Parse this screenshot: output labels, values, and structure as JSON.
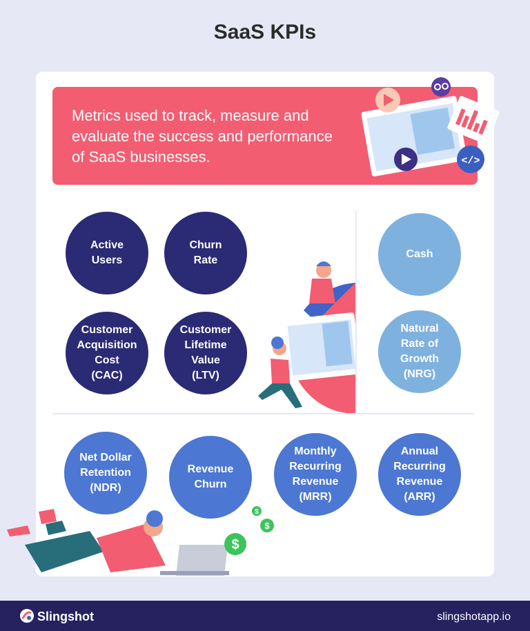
{
  "title": "SaaS KPIs",
  "banner": {
    "text": "Metrics used to track, measure and evaluate the success and performance of SaaS businesses."
  },
  "kpis": {
    "active_users": "Active\nUsers",
    "churn_rate": "Churn\nRate",
    "cac": "Customer\nAcquisition\nCost\n(CAC)",
    "ltv": "Customer\nLifetime\nValue\n(LTV)",
    "cash": "Cash",
    "nrg": "Natural\nRate of\nGrowth\n(NRG)",
    "ndr": "Net Dollar\nRetention\n(NDR)",
    "revenue_churn": "Revenue\nChurn",
    "mrr": "Monthly\nRecurring\nRevenue\n(MRR)",
    "arr": "Annual\nRecurring\nRevenue\n(ARR)"
  },
  "colors": {
    "background": "#e6e8f5",
    "banner": "#f25d72",
    "dark_circle": "#2b2a75",
    "light_circle": "#7fb1df",
    "mid_circle": "#4c77d2",
    "footer": "#26215f",
    "dollar_green": "#3cc45c"
  },
  "icons": [
    "play-icon",
    "gear-icon",
    "code-icon",
    "dollar-icon"
  ],
  "footer": {
    "brand": "Slingshot",
    "site": "slingshotapp.io"
  }
}
